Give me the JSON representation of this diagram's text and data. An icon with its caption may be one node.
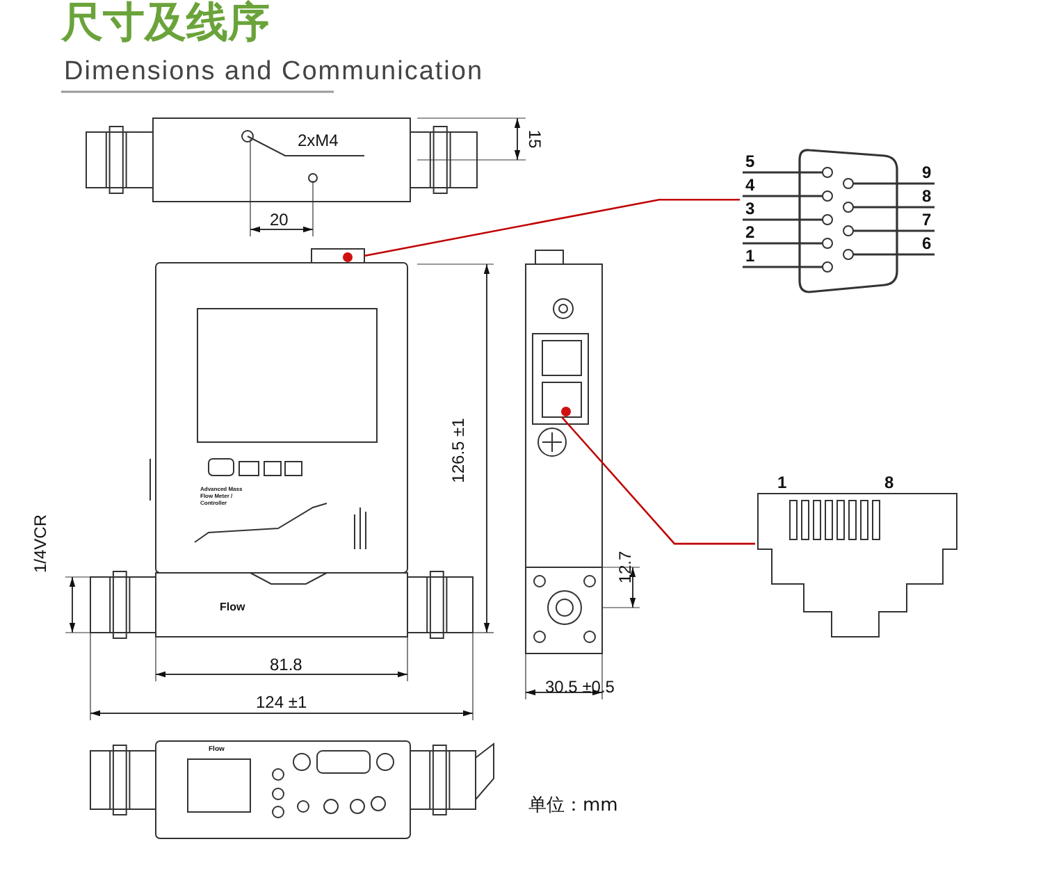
{
  "diagram": {
    "title": "尺寸及线序",
    "nodes": [
      {
        "text": [],
        "shape": "picture"
      },
      {
        "text": [],
        "shape": "picture"
      },
      {
        "text": [],
        "shape": "picture"
      },
      {
        "text": [],
        "shape": "picture"
      }
    ],
    "edges": [
      {
        "from": 0,
        "to": 1,
        "arrow": "none",
        "color": "#c00000"
      },
      {
        "from": 2,
        "to": 3,
        "arrow": "none",
        "color": "#c00000"
      }
    ],
    "labels": [
      "Dimensions and Communication",
      "2xM4",
      "15",
      "20",
      "126.5 ±1",
      "Advanced Mass Flow Meter / Controller",
      "1/4VCR",
      "Flow",
      "81.8",
      "124 ±1",
      "12.7",
      "30.5 ±0.5",
      "5",
      "4",
      "3",
      "2",
      "1",
      "9",
      "8",
      "7",
      "6",
      "1",
      "8",
      "Flow",
      "单位：mm"
    ]
  }
}
